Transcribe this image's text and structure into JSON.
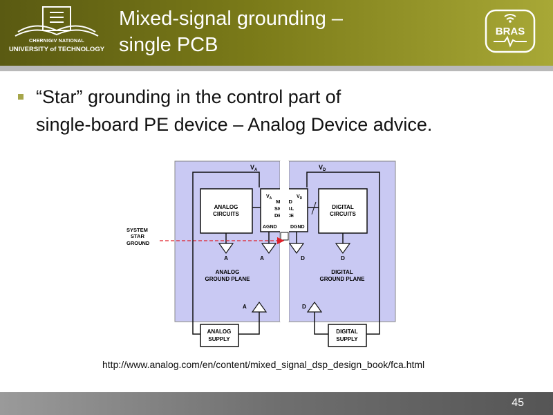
{
  "header": {
    "logo_line1": "CHERNIGIV NATIONAL",
    "logo_line2": "UNIVERSITY of TECHNOLOGY",
    "title_line1": "Mixed-signal grounding –",
    "title_line2": "single PCB",
    "badge": "BRAS"
  },
  "body": {
    "bullet_line1": "“Star” grounding in the control part of",
    "bullet_line2": "single-board PE device – Analog Device advice."
  },
  "diagram": {
    "va": "V",
    "va_sub": "A",
    "vd": "V",
    "vd_sub": "D",
    "analog_circuits": [
      "ANALOG",
      "CIRCUITS"
    ],
    "digital_circuits": [
      "DIGITAL",
      "CIRCUITS"
    ],
    "mixed_device": [
      "MIXED",
      "SIGNAL",
      "DEVICE"
    ],
    "agnd": "AGND",
    "dgnd": "DGND",
    "star_label": [
      "SYSTEM",
      "STAR",
      "GROUND"
    ],
    "ground_a": "A",
    "ground_d": "D",
    "analog_plane": [
      "ANALOG",
      "GROUND PLANE"
    ],
    "digital_plane": [
      "DIGITAL",
      "GROUND PLANE"
    ],
    "analog_supply": [
      "ANALOG",
      "SUPPLY"
    ],
    "digital_supply": [
      "DIGITAL",
      "SUPPLY"
    ]
  },
  "source_url": "http://www.analog.com/en/content/mixed_signal_dsp_design_book/fca.html",
  "page_number": "45",
  "colors": {
    "header": "#7a7a18",
    "plane": "#c9c9f3",
    "star_line": "#e0202a",
    "bullet": "#a6a64a"
  }
}
